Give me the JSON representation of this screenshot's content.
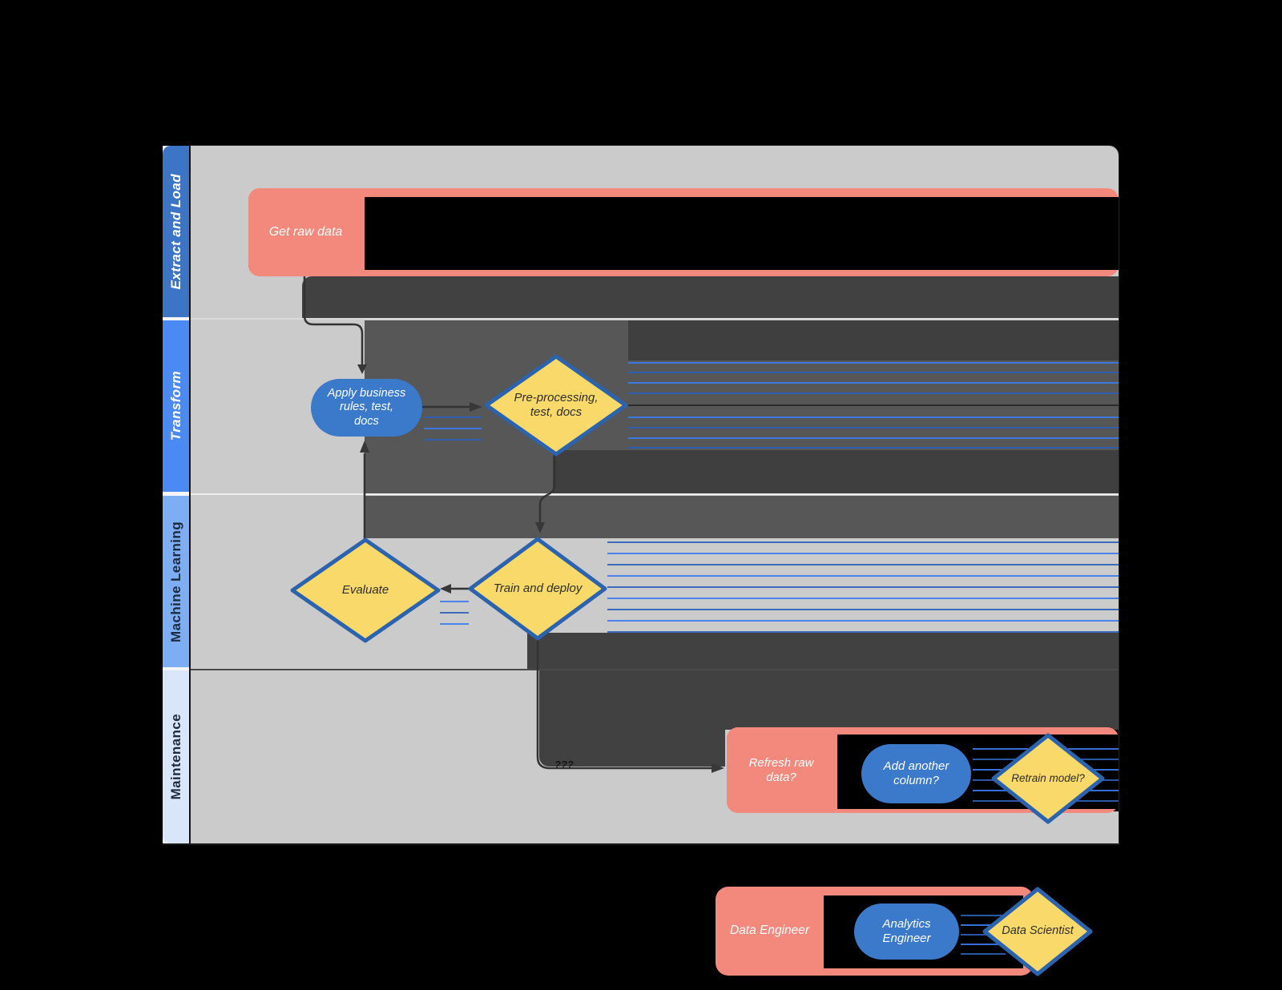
{
  "lanes": [
    {
      "label": "Extract and Load"
    },
    {
      "label": "Transform"
    },
    {
      "label": "Machine Learning"
    },
    {
      "label": "Maintenance"
    }
  ],
  "nodes": {
    "get_raw_data": {
      "label": "Get raw data",
      "shape": "rounded-rectangle",
      "role": "Data Engineer",
      "lane": "Extract and Load"
    },
    "apply_business_rules": {
      "lines": [
        "Apply business",
        "rules, test,",
        "docs"
      ],
      "shape": "stadium",
      "role": "Analytics Engineer",
      "lane": "Transform"
    },
    "pre_processing": {
      "lines": [
        "Pre-processing,",
        "test, docs"
      ],
      "shape": "diamond",
      "role": "Data Scientist",
      "lane": "Transform"
    },
    "evaluate": {
      "label": "Evaluate",
      "shape": "diamond",
      "role": "Data Scientist",
      "lane": "Machine Learning"
    },
    "train_and_deploy": {
      "label": "Train and deploy",
      "shape": "diamond",
      "role": "Data Scientist",
      "lane": "Machine Learning"
    },
    "refresh_raw_data": {
      "lines": [
        "Refresh raw",
        "data?"
      ],
      "shape": "rounded-rectangle",
      "role": "Data Engineer",
      "lane": "Maintenance"
    },
    "add_another_column": {
      "lines": [
        "Add another",
        "column?"
      ],
      "shape": "stadium",
      "role": "Analytics Engineer",
      "lane": "Maintenance"
    },
    "retrain_model": {
      "label": "Retrain model?",
      "shape": "diamond",
      "role": "Data Scientist",
      "lane": "Maintenance"
    }
  },
  "edges": [
    {
      "from": "Get raw data",
      "to": "Apply business rules, test, docs",
      "label": ""
    },
    {
      "from": "Apply business rules, test, docs",
      "to": "Pre-processing, test, docs",
      "label": ""
    },
    {
      "from": "Pre-processing, test, docs",
      "to": "Train and deploy",
      "label": ""
    },
    {
      "from": "Train and deploy",
      "to": "Evaluate",
      "label": ""
    },
    {
      "from": "Evaluate",
      "to": "Apply business rules, test, docs",
      "label": ""
    },
    {
      "from": "Train and deploy",
      "to": "Refresh raw data?",
      "label": "???"
    }
  ],
  "legend": {
    "items": [
      {
        "label": "Data Engineer",
        "shape": "rounded-rectangle",
        "color": "#F2897C"
      },
      {
        "label": "Analytics Engineer",
        "lines": [
          "Analytics",
          "Engineer"
        ],
        "shape": "stadium",
        "color": "#3B79CB"
      },
      {
        "label": "Data Scientist",
        "shape": "diamond",
        "color": "#F8D969"
      }
    ]
  },
  "colors": {
    "background": "#000000",
    "canvas": "#CBCBCB",
    "lane_header_1": "#3C74C6",
    "lane_header_2": "#4A8AF2",
    "lane_header_3": "#7DADF3",
    "lane_header_4": "#D9E5F9",
    "data_engineer": "#F2897C",
    "analytics_engineer": "#3B79CB",
    "data_scientist_fill": "#F8D969",
    "data_scientist_border": "#2B63AE",
    "connector": "#333333"
  }
}
